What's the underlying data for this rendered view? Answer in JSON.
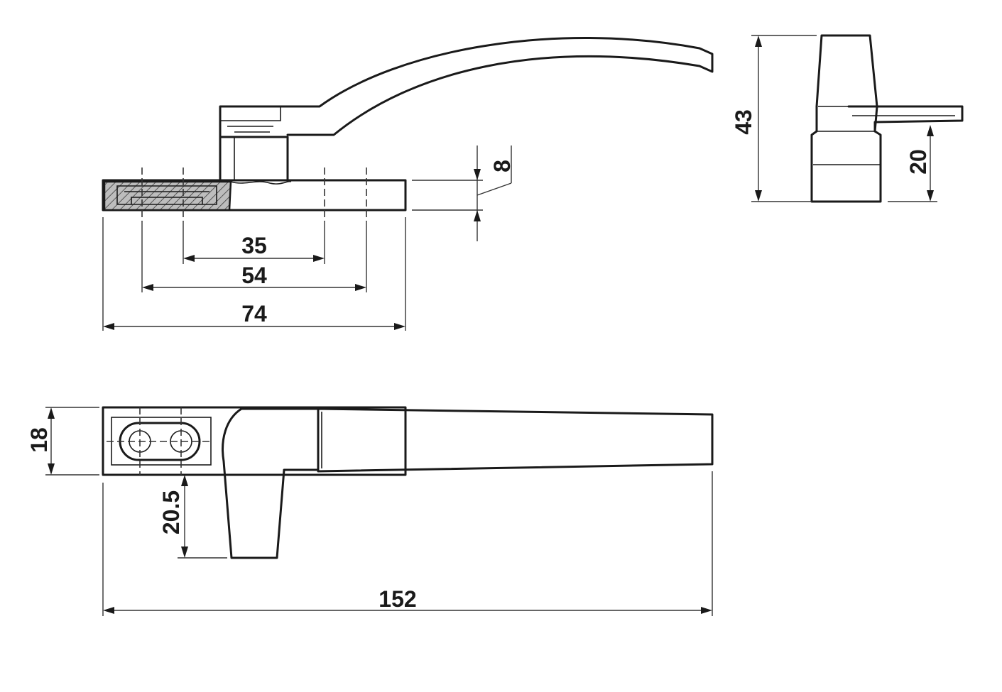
{
  "dimensions": {
    "hole_spacing_inner": "35",
    "hole_spacing_outer": "54",
    "base_length": "74",
    "base_thickness": "8",
    "total_height": "43",
    "handle_height": "20",
    "base_width": "18",
    "offset": "20.5",
    "total_length": "152"
  }
}
